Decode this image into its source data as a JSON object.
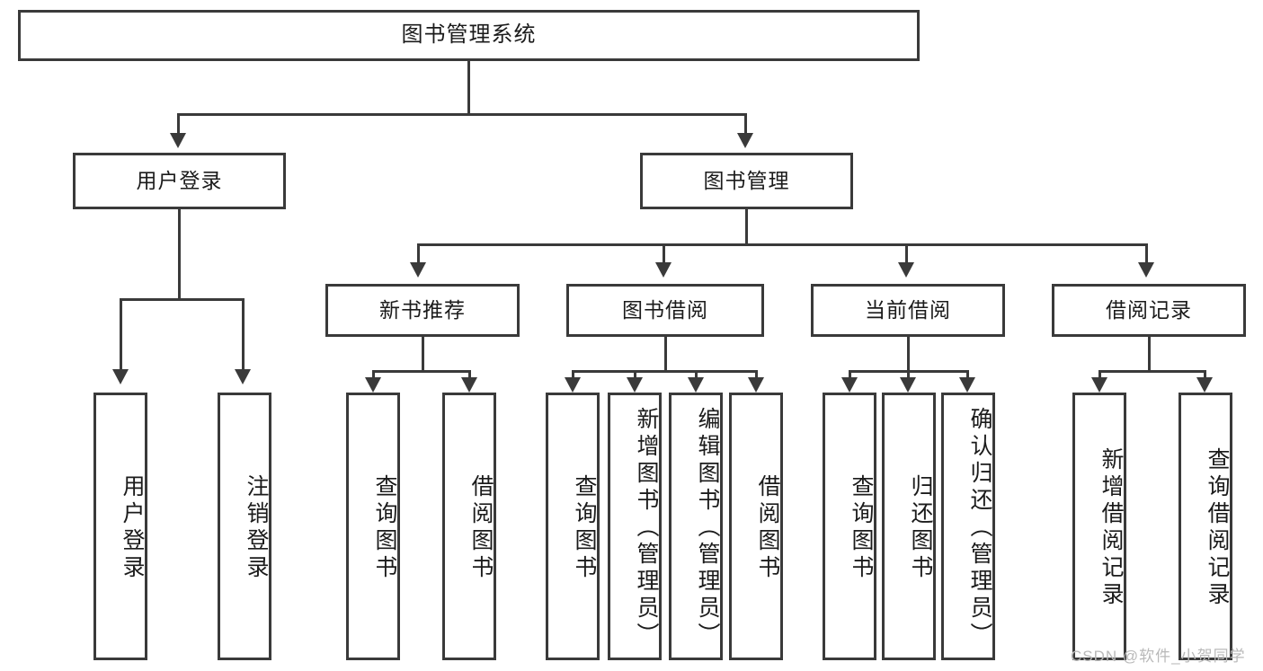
{
  "diagram": {
    "title": "图书管理系统",
    "type": "tree-hierarchy-chart",
    "colors": {
      "stroke": "#3a3a3a",
      "fill": "#ffffff",
      "text": "#1b1b1b",
      "watermark": "#b9b9b9"
    },
    "root": {
      "label": "图书管理系统"
    },
    "level2": [
      {
        "label": "用户登录"
      },
      {
        "label": "图书管理"
      }
    ],
    "level3": [
      {
        "label": "新书推荐"
      },
      {
        "label": "图书借阅"
      },
      {
        "label": "当前借阅"
      },
      {
        "label": "借阅记录"
      }
    ],
    "leaves": {
      "user_login": [
        {
          "label": "用户登录"
        },
        {
          "label": "注销登录"
        }
      ],
      "new_book_recommend": [
        {
          "label": "查询图书"
        },
        {
          "label": "借阅图书"
        }
      ],
      "book_borrow": [
        {
          "label": "查询图书"
        },
        {
          "label": "新增图书（管理员）"
        },
        {
          "label": "编辑图书（管理员）"
        },
        {
          "label": "借阅图书"
        }
      ],
      "current_borrow": [
        {
          "label": "查询图书"
        },
        {
          "label": "归还图书"
        },
        {
          "label": "确认归还（管理员）"
        }
      ],
      "borrow_records": [
        {
          "label": "新增借阅记录"
        },
        {
          "label": "查询借阅记录"
        }
      ]
    }
  },
  "watermark": {
    "text": "CSDN @软件_小贺同学"
  }
}
